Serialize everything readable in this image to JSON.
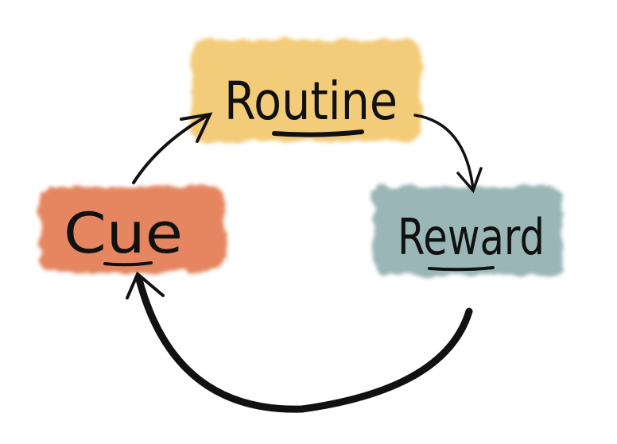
{
  "diagram": {
    "nodes": [
      {
        "id": "routine",
        "label": "Routine",
        "color": "#f2c76c"
      },
      {
        "id": "cue",
        "label": "Cue",
        "color": "#e2794f"
      },
      {
        "id": "reward",
        "label": "Reward",
        "color": "#8faeae"
      }
    ],
    "edges": [
      {
        "from": "cue",
        "to": "routine"
      },
      {
        "from": "routine",
        "to": "reward"
      },
      {
        "from": "reward",
        "to": "cue"
      }
    ]
  }
}
